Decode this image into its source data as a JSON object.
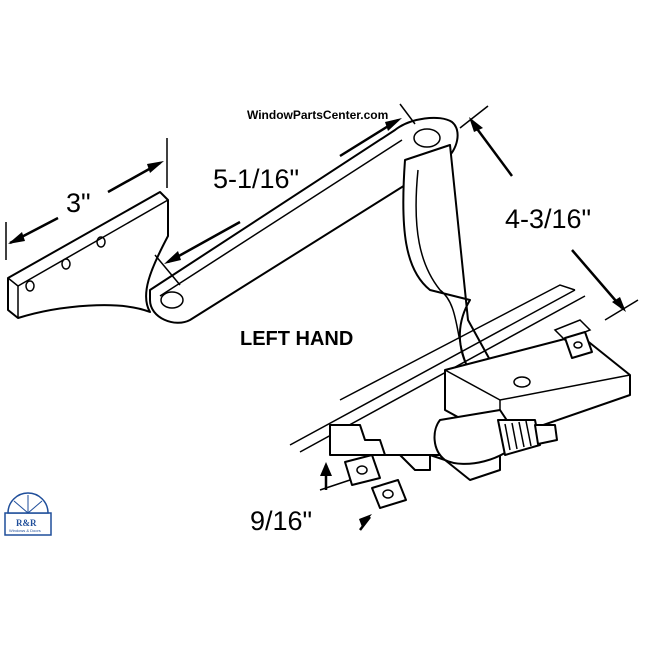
{
  "watermark": "WindowPartsCenter.com",
  "label": "LEFT HAND",
  "dimensions": {
    "arm_short": "3\"",
    "arm_long": "5-1/16\"",
    "height": "4-3/16\"",
    "base": "9/16\""
  },
  "logo": {
    "initials": "R&R",
    "tagline": "Windows & Doors",
    "color": "#1f4e9a"
  }
}
